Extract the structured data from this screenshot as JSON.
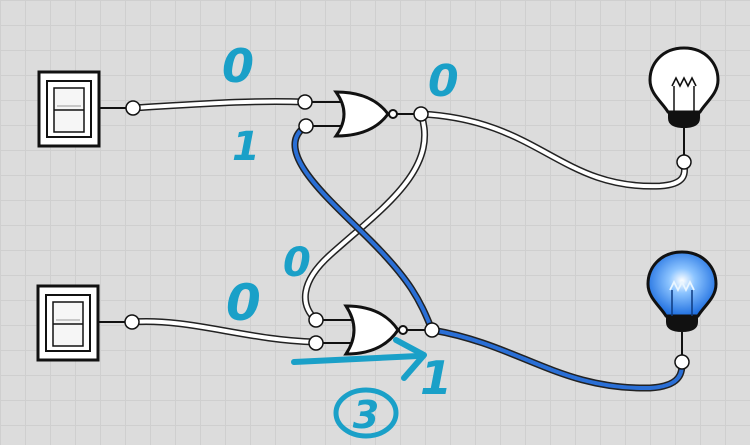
{
  "circuit": {
    "components": [
      {
        "type": "switch",
        "state": "off"
      },
      {
        "type": "switch",
        "state": "off"
      },
      {
        "type": "nor-gate"
      },
      {
        "type": "nor-gate"
      },
      {
        "type": "light-bulb",
        "state": "off"
      },
      {
        "type": "light-bulb",
        "state": "on"
      }
    ],
    "colors": {
      "wire_low": "#ffffff",
      "wire_high": "#2a6fd6",
      "annotation": "#1aa0c8",
      "bulb_on": "#3c8cf0"
    }
  },
  "annotations": {
    "top_input_a": "0",
    "top_input_b": "1",
    "top_output": "0",
    "bottom_input_a": "0",
    "bottom_input_b": "0",
    "bottom_output": "1",
    "step": "3"
  }
}
